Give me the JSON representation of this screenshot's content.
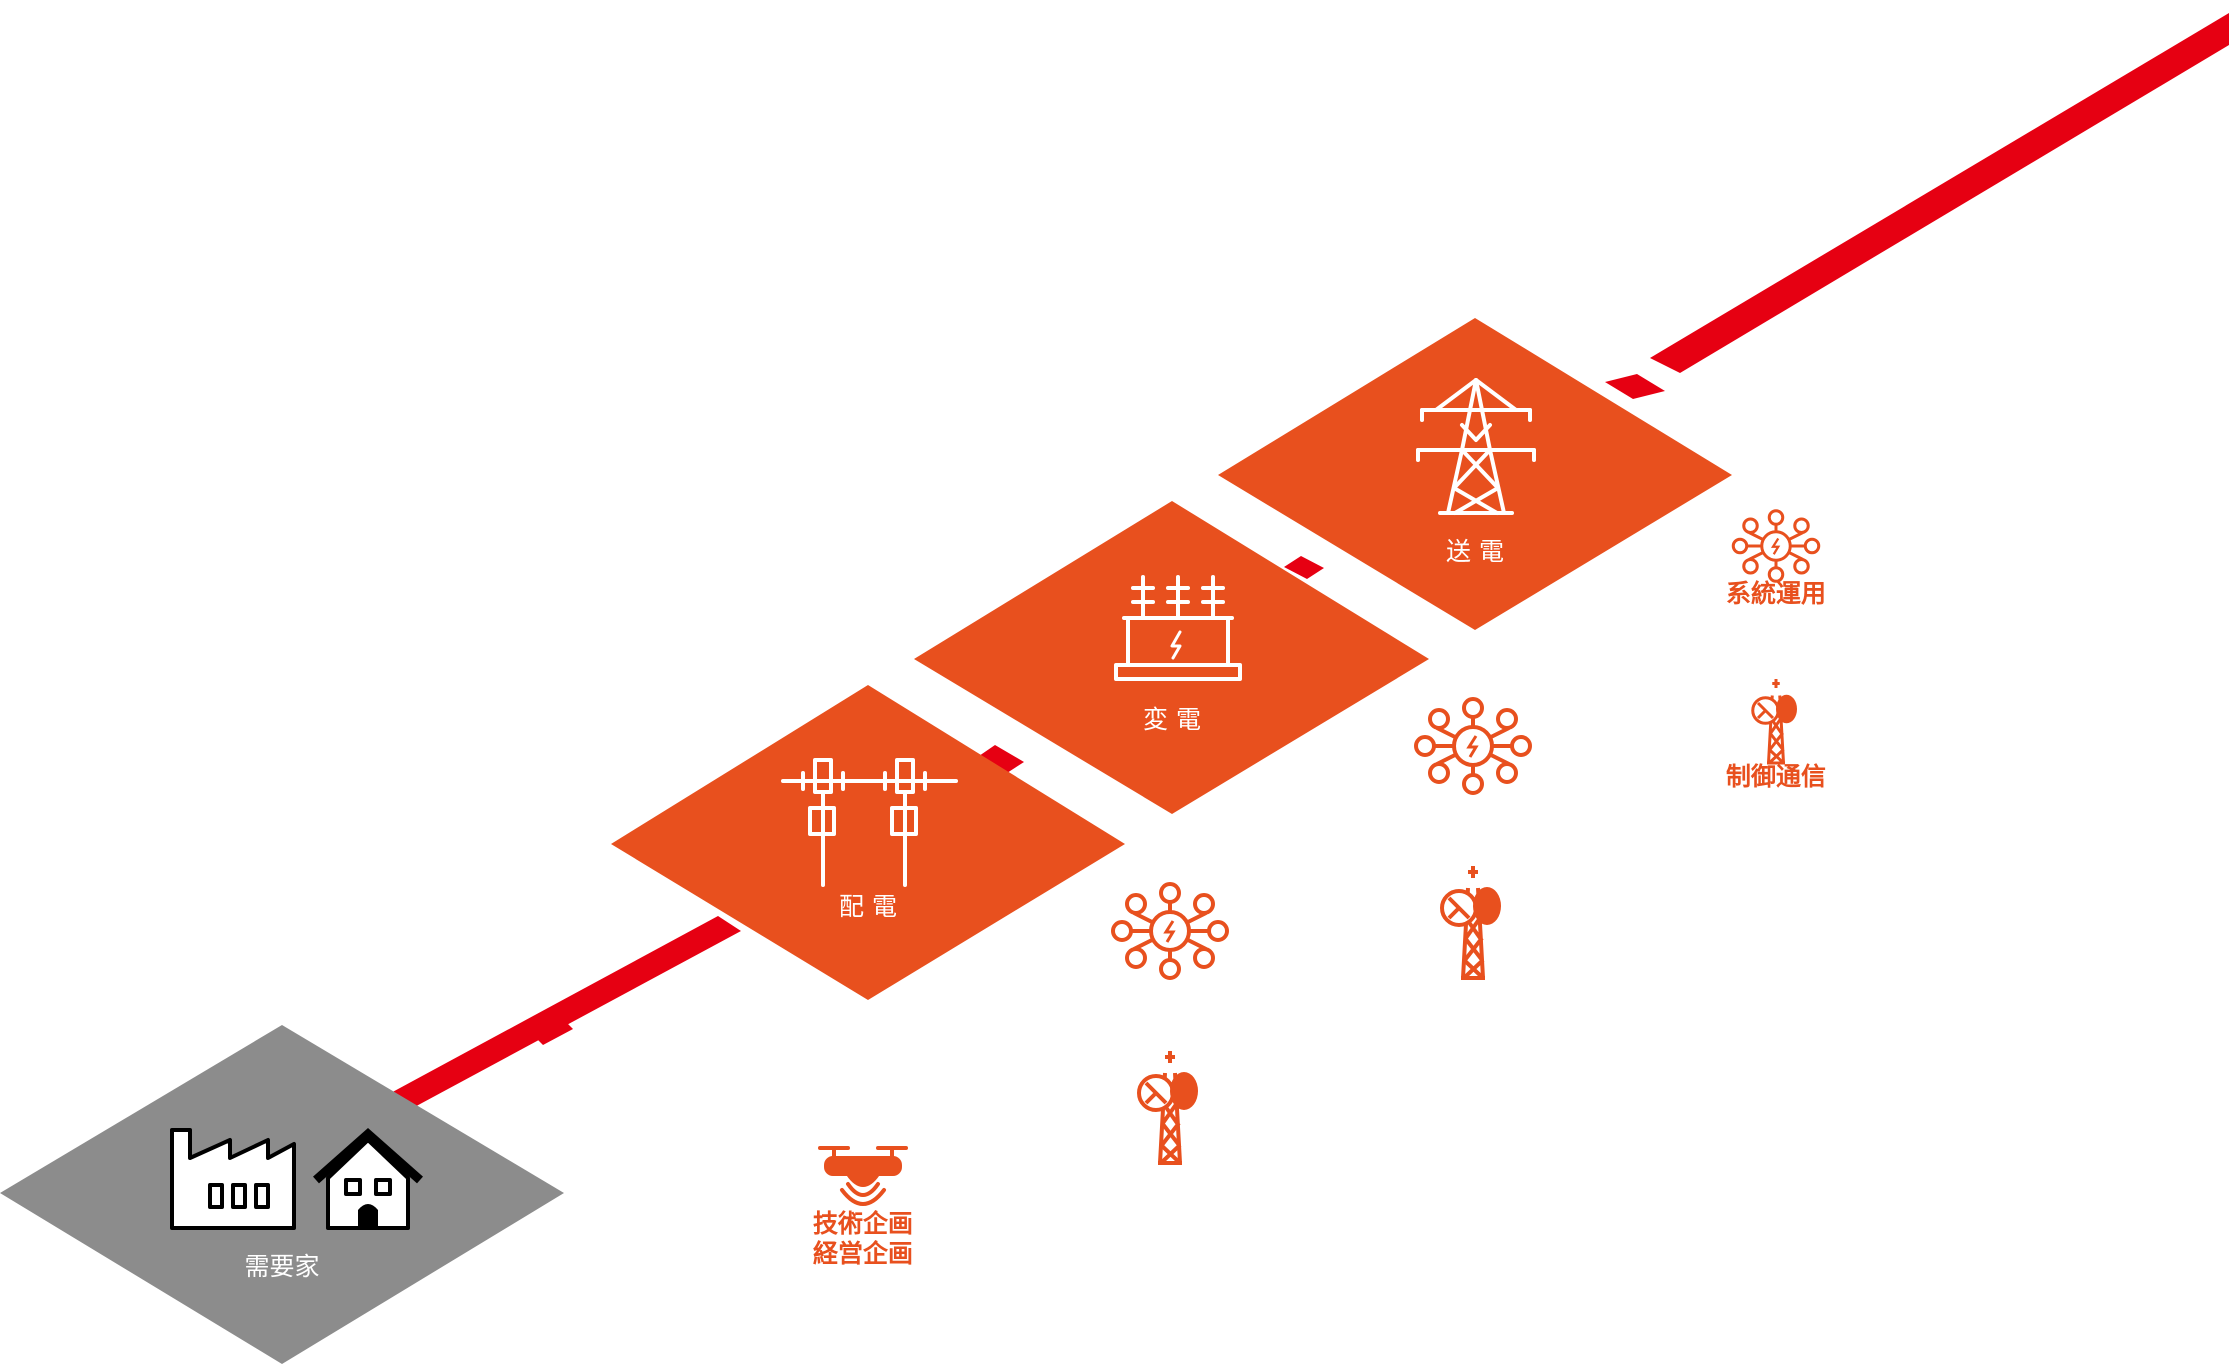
{
  "colors": {
    "line_red": "#e60012",
    "tile_orange": "#e8501e",
    "tile_gray": "#8c8c8c",
    "icon_orange": "#e8501e",
    "label_white": "#ffffff"
  },
  "stages": {
    "customer": {
      "label": "需要家",
      "icons": [
        "factory-icon",
        "house-icon"
      ]
    },
    "distribution": {
      "label": "配 電",
      "icon": "utility-pole-icon"
    },
    "substation": {
      "label": "変 電",
      "icon": "substation-icon"
    },
    "transmission": {
      "label": "送 電",
      "icon": "transmission-tower-icon"
    }
  },
  "support_functions": {
    "planning": {
      "line1": "技術企画",
      "line2": "経営企画",
      "icon": "drone-icon"
    },
    "system_operation": {
      "label": "系統運用",
      "icon": "power-network-icon"
    },
    "control_communication": {
      "label": "制御通信",
      "icon": "radio-tower-icon"
    }
  }
}
